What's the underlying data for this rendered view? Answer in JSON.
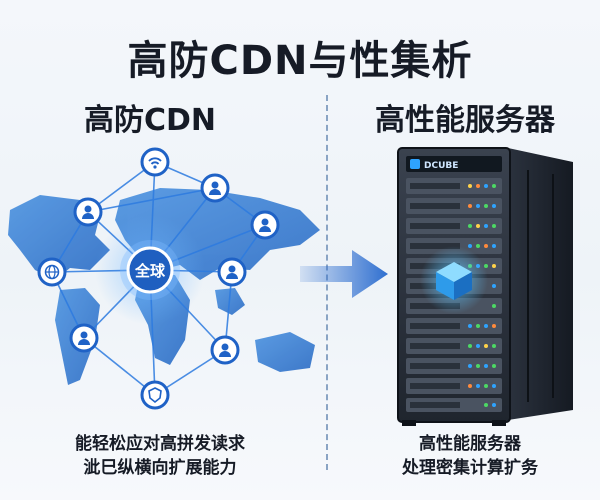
{
  "title": "高防CDN与性集析",
  "left": {
    "heading": "高防CDN",
    "hub_label": "全球",
    "caption_line1": "能轻松应对高拼发读求",
    "caption_line2": "泚巳纵横向扩展能力"
  },
  "right": {
    "heading": "高性能服务器",
    "server_logo": "DCUBE",
    "caption_line1": "高性能服务器",
    "caption_line2": "处理密集计算扩务"
  },
  "colors": {
    "map": "#3b7fd4",
    "node": "#1f62c6",
    "arrow": "#2f6fd0",
    "rack": "#1d232d",
    "accent": "#2ea3ff"
  }
}
